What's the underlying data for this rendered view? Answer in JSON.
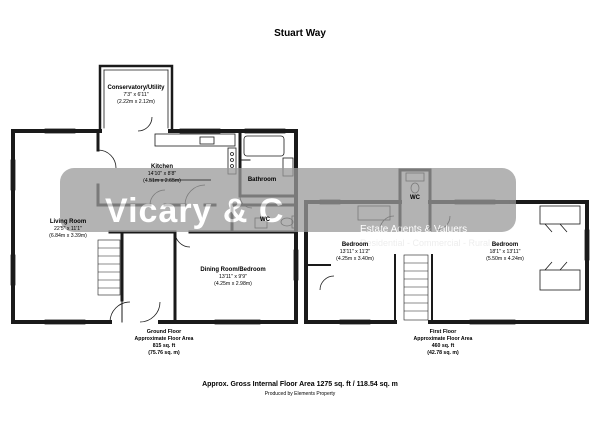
{
  "title": "Stuart Way",
  "rooms": {
    "conservatory": {
      "name": "Conservatory/Utility",
      "imperial": "7'3\" x 6'11\"",
      "metric": "(2.22m x 2.12m)"
    },
    "kitchen": {
      "name": "Kitchen",
      "imperial": "14'10\" x 8'8\"",
      "metric": "(4.51m x 2.65m)"
    },
    "bathroom": {
      "name": "Bathroom"
    },
    "living": {
      "name": "Living Room",
      "imperial": "22'5\" x 11'1\"",
      "metric": "(6.84m x 3.39m)"
    },
    "wc_ground": {
      "name": "WC"
    },
    "dining": {
      "name": "Dining Room/Bedroom",
      "imperial": "13'11\" x 9'9\"",
      "metric": "(4.25m x 2.98m)"
    },
    "wc_first": {
      "name": "WC"
    },
    "bedroom1": {
      "name": "Bedroom",
      "imperial": "13'11\" x 11'2\"",
      "metric": "(4.25m x 3.40m)"
    },
    "bedroom2": {
      "name": "Bedroom",
      "imperial": "18'1\" x 13'11\"",
      "metric": "(5.50m x 4.24m)"
    }
  },
  "floors": {
    "ground": {
      "label": "Ground Floor",
      "area_label": "Approximate Floor Area",
      "sqft": "815 sq. ft",
      "sqm": "(75.76 sq. m)"
    },
    "first": {
      "label": "First Floor",
      "area_label": "Approximate Floor Area",
      "sqft": "460 sq. ft",
      "sqm": "(42.78 sq. m)"
    }
  },
  "gross_area": "Approx. Gross Internal Floor Area 1275 sq. ft / 118.54 sq. m",
  "producer": "Produced by Elements Property",
  "watermark": {
    "brand": "Vicary & C",
    "line1": "Estate Agents & Valuers",
    "line2": "Residential - Commercial - Rural"
  },
  "colors": {
    "wall": "#1a1a1a",
    "watermark_band": "#9a9a9a"
  }
}
